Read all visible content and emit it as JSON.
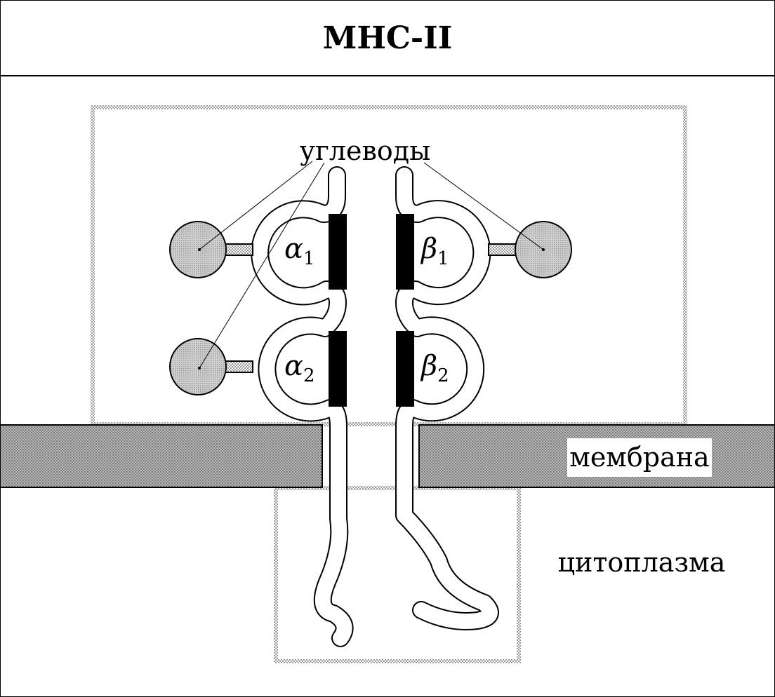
{
  "title": "MHC-II",
  "labels": {
    "carbohydrates": "углеводы",
    "membrane": "мембрана",
    "cytoplasm": "цитоплазма"
  },
  "domains": {
    "alpha1": {
      "symbol": "α",
      "sub": "1"
    },
    "alpha2": {
      "symbol": "α",
      "sub": "2"
    },
    "beta1": {
      "symbol": "β",
      "sub": "1"
    },
    "beta2": {
      "symbol": "β",
      "sub": "2"
    }
  },
  "colors": {
    "stroke": "#000000",
    "membrane_fill": "#a8a8a8",
    "sugar_fill": "#c4c4c4",
    "region_dots": "#b0b0b0",
    "contact_band": "#000000"
  }
}
